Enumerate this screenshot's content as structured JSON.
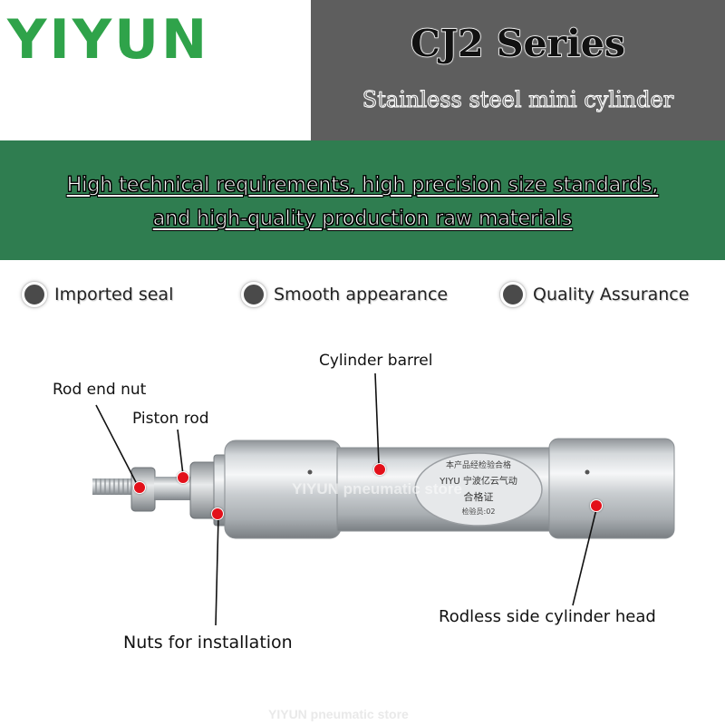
{
  "header": {
    "brand": "YIYUN",
    "series_title": "CJ2  Series",
    "series_subtitle": "Stainless steel mini cylinder"
  },
  "banner": {
    "line1": "High technical requirements,    high precision size standards,",
    "line2": "and high-quality production raw materials"
  },
  "features": [
    {
      "label": "Imported seal"
    },
    {
      "label": "Smooth appearance"
    },
    {
      "label": "Quality Assurance"
    }
  ],
  "callouts": {
    "cylinder_barrel": "Cylinder barrel",
    "rod_end_nut": "Rod end nut",
    "piston_rod": "Piston rod",
    "installation_nuts": "Nuts for installation",
    "rodless_head": "Rodless side cylinder head"
  },
  "label_plate": {
    "line1": "本产品经检验合格",
    "line2": "YIYU 宁波亿云气动",
    "line3": "合格证",
    "line4": "检验员:02"
  },
  "watermarks": {
    "center": "YIYUN  pneumatic store",
    "bottom": "YIYUN  pneumatic store"
  },
  "colors": {
    "brand_green": "#2fa34a",
    "header_gray": "#5e5e5e",
    "banner_green": "#2f7d50",
    "marker_red": "#e3101a"
  }
}
